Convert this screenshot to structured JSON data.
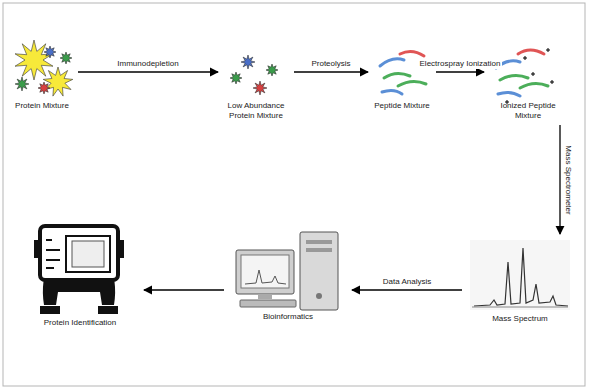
{
  "diagram": {
    "nodes": [
      {
        "text": [
          "Protein Mixture"
        ]
      },
      {
        "text": [
          "Low Abundance Protein Mixture"
        ]
      },
      {
        "text": [
          "Peptide Mixture"
        ]
      },
      {
        "text": [
          "Ionized Peptide Mixture"
        ]
      },
      {
        "text": [
          "Mass Spectrum"
        ]
      },
      {
        "text": [
          "Bioinformatics"
        ]
      },
      {
        "text": [
          "Protein Identification"
        ]
      }
    ],
    "edges": [
      {
        "from": 0,
        "to": 1,
        "label": "Immunodepletion",
        "arrow": "to"
      },
      {
        "from": 1,
        "to": 2,
        "label": "Proteolysis",
        "arrow": "to"
      },
      {
        "from": 2,
        "to": 3,
        "label": "Electrospray Ionization",
        "arrow": "to"
      },
      {
        "from": 3,
        "to": 4,
        "label": "Mass Spectrometer",
        "arrow": "to"
      },
      {
        "from": 4,
        "to": 5,
        "label": "Data Analysis",
        "arrow": "to"
      },
      {
        "from": 5,
        "to": 6,
        "arrow": "to"
      }
    ]
  }
}
